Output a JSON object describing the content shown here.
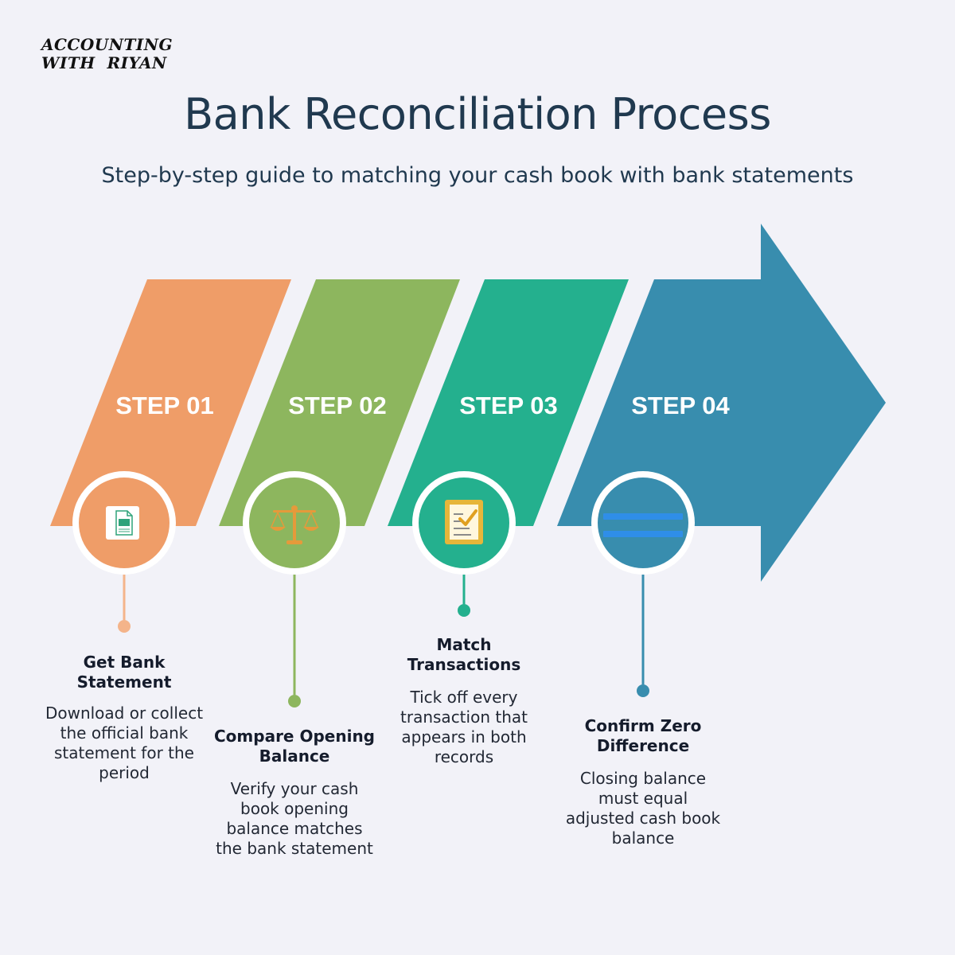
{
  "brand": {
    "line1": "ACCOUNTING",
    "line2": "WITH  RIYAN"
  },
  "title": "Bank Reconciliation Process",
  "subtitle": "Step-by-step guide to matching your cash book with bank statements",
  "colors": {
    "background": "#f2f2f8",
    "step1": "#ef9d68",
    "step2": "#8db65e",
    "step3": "#24b08e",
    "step4": "#388dae",
    "text_dark": "#20394f"
  },
  "steps": [
    {
      "label": "STEP 01",
      "heading": "Get Bank Statement",
      "description": "Download or collect the official bank statement for the period",
      "icon": "spreadsheet-file-icon"
    },
    {
      "label": "STEP 02",
      "heading": "Compare Opening Balance",
      "description": "Verify your cash book opening balance matches the bank statement",
      "icon": "balance-scale-icon"
    },
    {
      "label": "STEP 03",
      "heading": "Match Transactions",
      "description": "Tick off every transaction that appears in both records",
      "icon": "checklist-clipboard-icon"
    },
    {
      "label": "STEP 04",
      "heading": "Confirm Zero Difference",
      "description": "Closing balance must equal adjusted cash book balance",
      "icon": "equals-sign-icon"
    }
  ]
}
